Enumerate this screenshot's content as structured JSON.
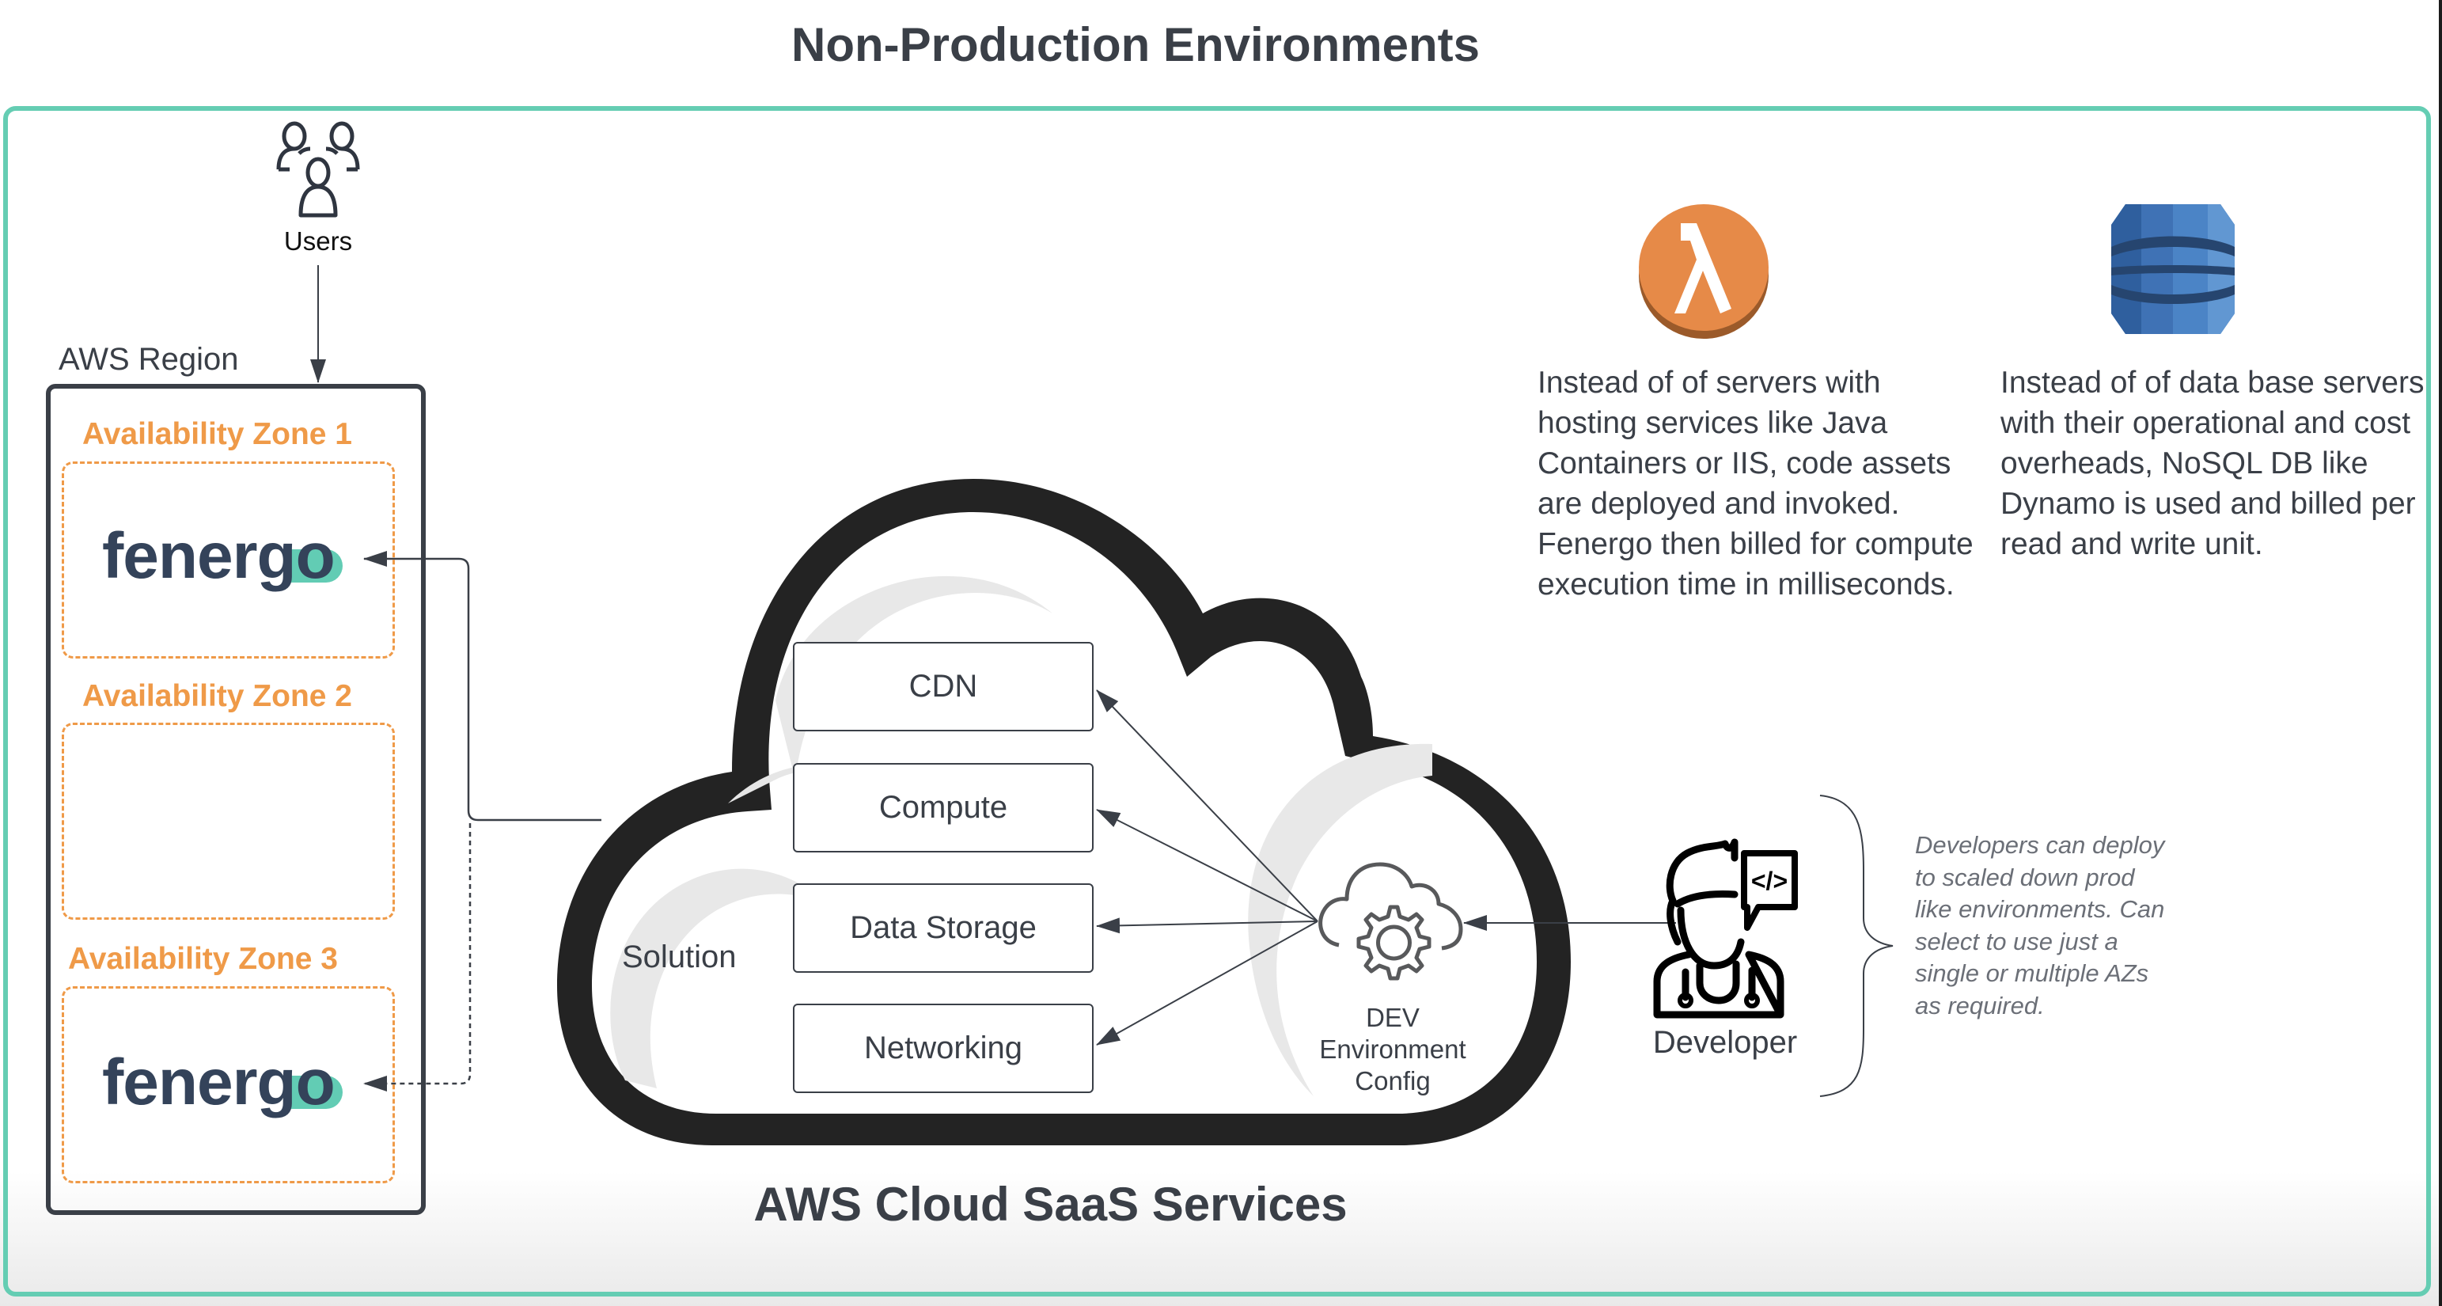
{
  "title": "Non-Production Environments",
  "footer_title": "AWS Cloud SaaS Services",
  "users": {
    "label": "Users",
    "icon": "users-group-icon"
  },
  "region": {
    "label": "AWS Region",
    "zones": [
      {
        "label": "Availability Zone 1",
        "has_fenergo": true
      },
      {
        "label": "Availability Zone 2",
        "has_fenergo": false
      },
      {
        "label": "Availability Zone 3",
        "has_fenergo": true
      }
    ]
  },
  "fenergo_logo": {
    "text": "fenergo",
    "text_color": "#34435a",
    "accent_color": "#62ccb4"
  },
  "cloud": {
    "solution_label": "Solution",
    "services": [
      "CDN",
      "Compute",
      "Data Storage",
      "Networking"
    ],
    "dev_config": {
      "lines": [
        "DEV",
        "Environment",
        "Config"
      ],
      "icon": "cloud-gear-icon"
    }
  },
  "developer": {
    "label": "Developer",
    "icon": "developer-code-icon",
    "note": "Developers can deploy to scaled down prod like environments. Can select to use just a single or multiple AZs as required."
  },
  "lambda": {
    "icon": "aws-lambda-icon",
    "description": "Instead of of servers with hosting services like Java Containers or IIS, code assets are deployed and invoked. Fenergo then billed for compute execution time in milliseconds."
  },
  "dynamo": {
    "icon": "aws-dynamodb-icon",
    "description": "Instead of of data base servers with their operational and cost overheads, NoSQL DB like Dynamo is used and billed per read and write unit."
  },
  "colors": {
    "frame": "#65cdb3",
    "text_dark": "#3a3f47",
    "zone_orange": "#ef9a48",
    "lambda_orange": "#e68a48",
    "dynamo_blue": "#3f72b5"
  }
}
